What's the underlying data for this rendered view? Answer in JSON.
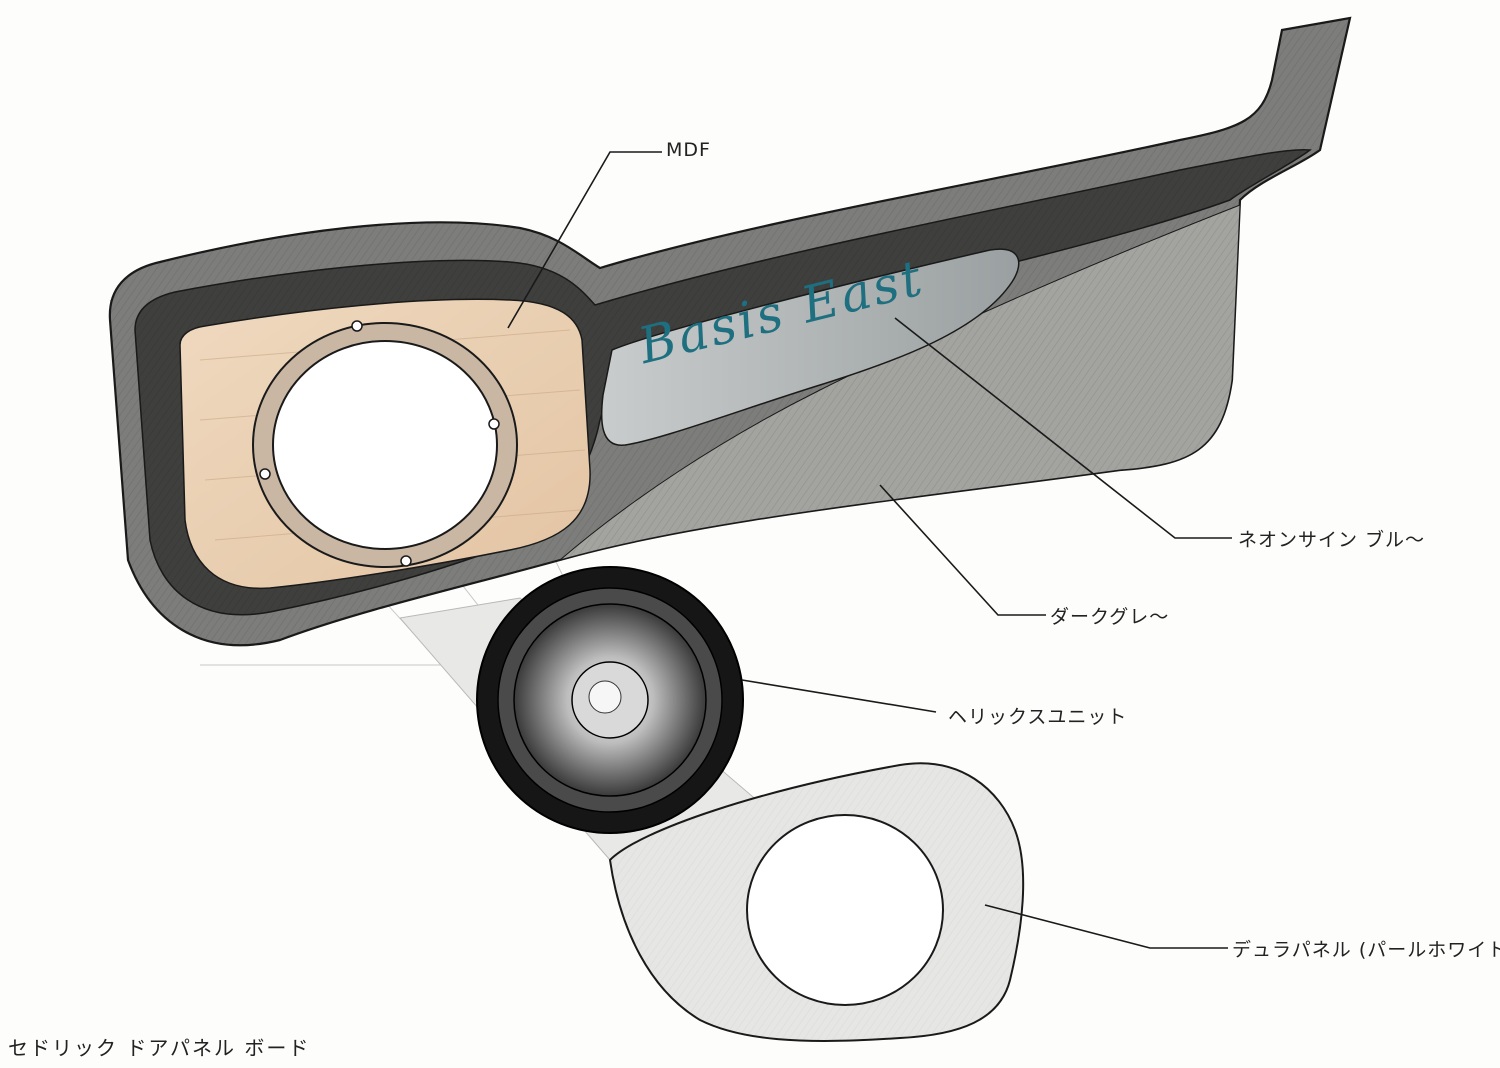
{
  "labels": {
    "mdf": "MDF",
    "neon_blue": "ネオンサイン ブル～",
    "dark_gray": "ダークグレ～",
    "helix_unit": "ヘリックスユニット",
    "dura_panel": "デュラパネル (パールホワイト)"
  },
  "logo_text": "Basis East",
  "caption": "セドリック ドアパネル ボード",
  "colors": {
    "outer_shell": "#7d7d7b",
    "dark_band": "#3f3f3e",
    "mid_gray": "#9b9b98",
    "mdf_wood": "#ead1b4",
    "neon_blue": "#1e7f8f",
    "panel_white": "#e6e6e4",
    "speaker_black": "#161616",
    "line": "#1a1a1a"
  }
}
